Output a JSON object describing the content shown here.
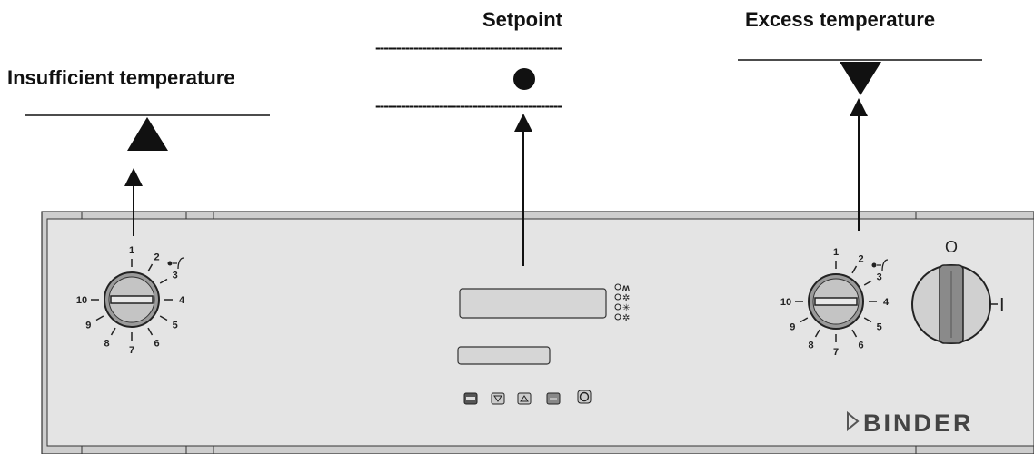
{
  "labels": {
    "insufficient": "Insufficient temperature",
    "setpoint": "Setpoint",
    "excess": "Excess temperature"
  },
  "setpoint_dashes": "--------------------------------------------",
  "dial_numbers": [
    "1",
    "2",
    "3",
    "4",
    "5",
    "6",
    "7",
    "8",
    "9",
    "10"
  ],
  "power_switch": {
    "off": "O",
    "on": "I"
  },
  "brand": "BINDER",
  "indicators": [
    "heating-icon",
    "fan-icon",
    "cooling-icon",
    "fan-alt-icon"
  ],
  "keypad": [
    "exit-key",
    "down-key",
    "up-key",
    "set-key",
    "power-key"
  ],
  "colors": {
    "panel": "#e3e3e3",
    "frame": "#cfcfcf",
    "outline": "#333333"
  }
}
